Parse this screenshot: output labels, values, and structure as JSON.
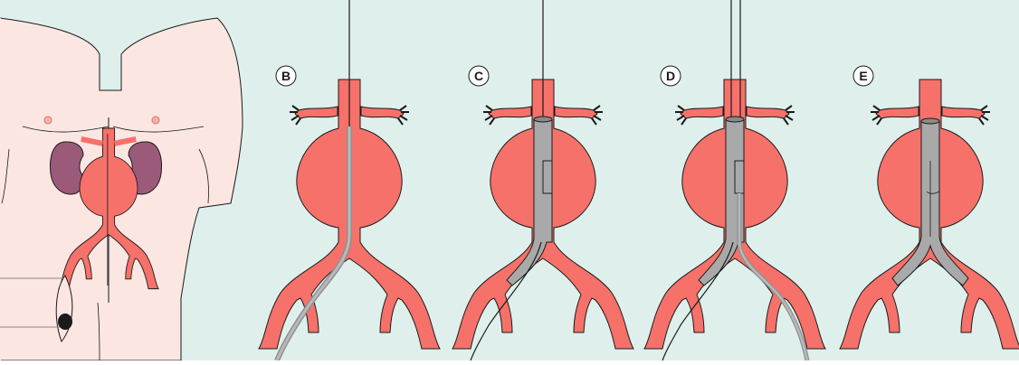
{
  "figure": {
    "panels": [
      {
        "label": "",
        "content": "body-with-abdominal-aortic-aneurysm"
      },
      {
        "label": "B",
        "content": "guidewire-in-aneurysm"
      },
      {
        "label": "C",
        "content": "main-stent-body-deployed"
      },
      {
        "label": "D",
        "content": "contralateral-limb-inserted"
      },
      {
        "label": "E",
        "content": "completed-bifurcated-stent-graft"
      }
    ]
  },
  "colors": {
    "background": "#dff0ec",
    "vessel": "#f6716a",
    "stent": "#a9a9a9",
    "skin": "#fbe6e2",
    "kidney": "#9c5a7a",
    "outline": "#1a1a1a"
  }
}
